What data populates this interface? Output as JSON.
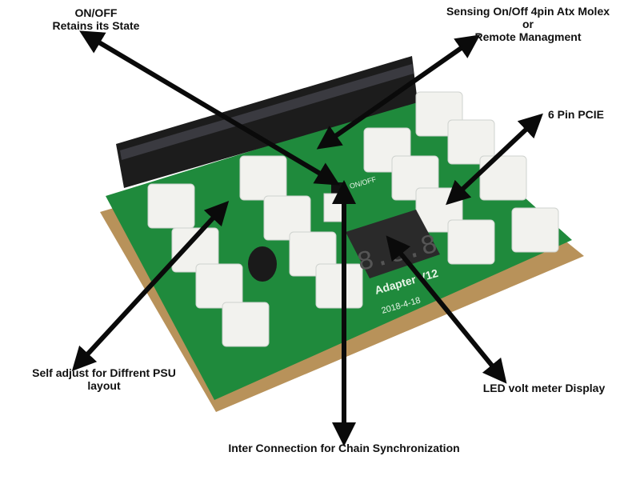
{
  "annotations": {
    "on_off": {
      "line1": "ON/OFF",
      "line2": "Retains its State"
    },
    "sensing": {
      "line1": "Sensing On/Off 4pin Atx Molex",
      "line2": "or",
      "line3": "Remote Managment"
    },
    "pcie": {
      "line1": "6 Pin PCIE"
    },
    "self_adjust": {
      "line1": "Self adjust for Diffrent PSU",
      "line2": "layout"
    },
    "led": {
      "line1": "LED volt meter Display"
    },
    "interconnect": {
      "line1": "Inter Connection for Chain Synchronization"
    }
  },
  "board": {
    "display_reading": "8.8.8",
    "silkscreen_model": "Adapter V12",
    "silkscreen_date": "2018-4-18",
    "silkscreen_switch": "ON/OFF",
    "colors": {
      "pcb": "#1f8a3c",
      "base": "#b8925a",
      "connector": "#f2f2ee",
      "slot": "#1c1c1c",
      "display": "#2a2a2a",
      "arrow": "#0a0a0a"
    }
  }
}
